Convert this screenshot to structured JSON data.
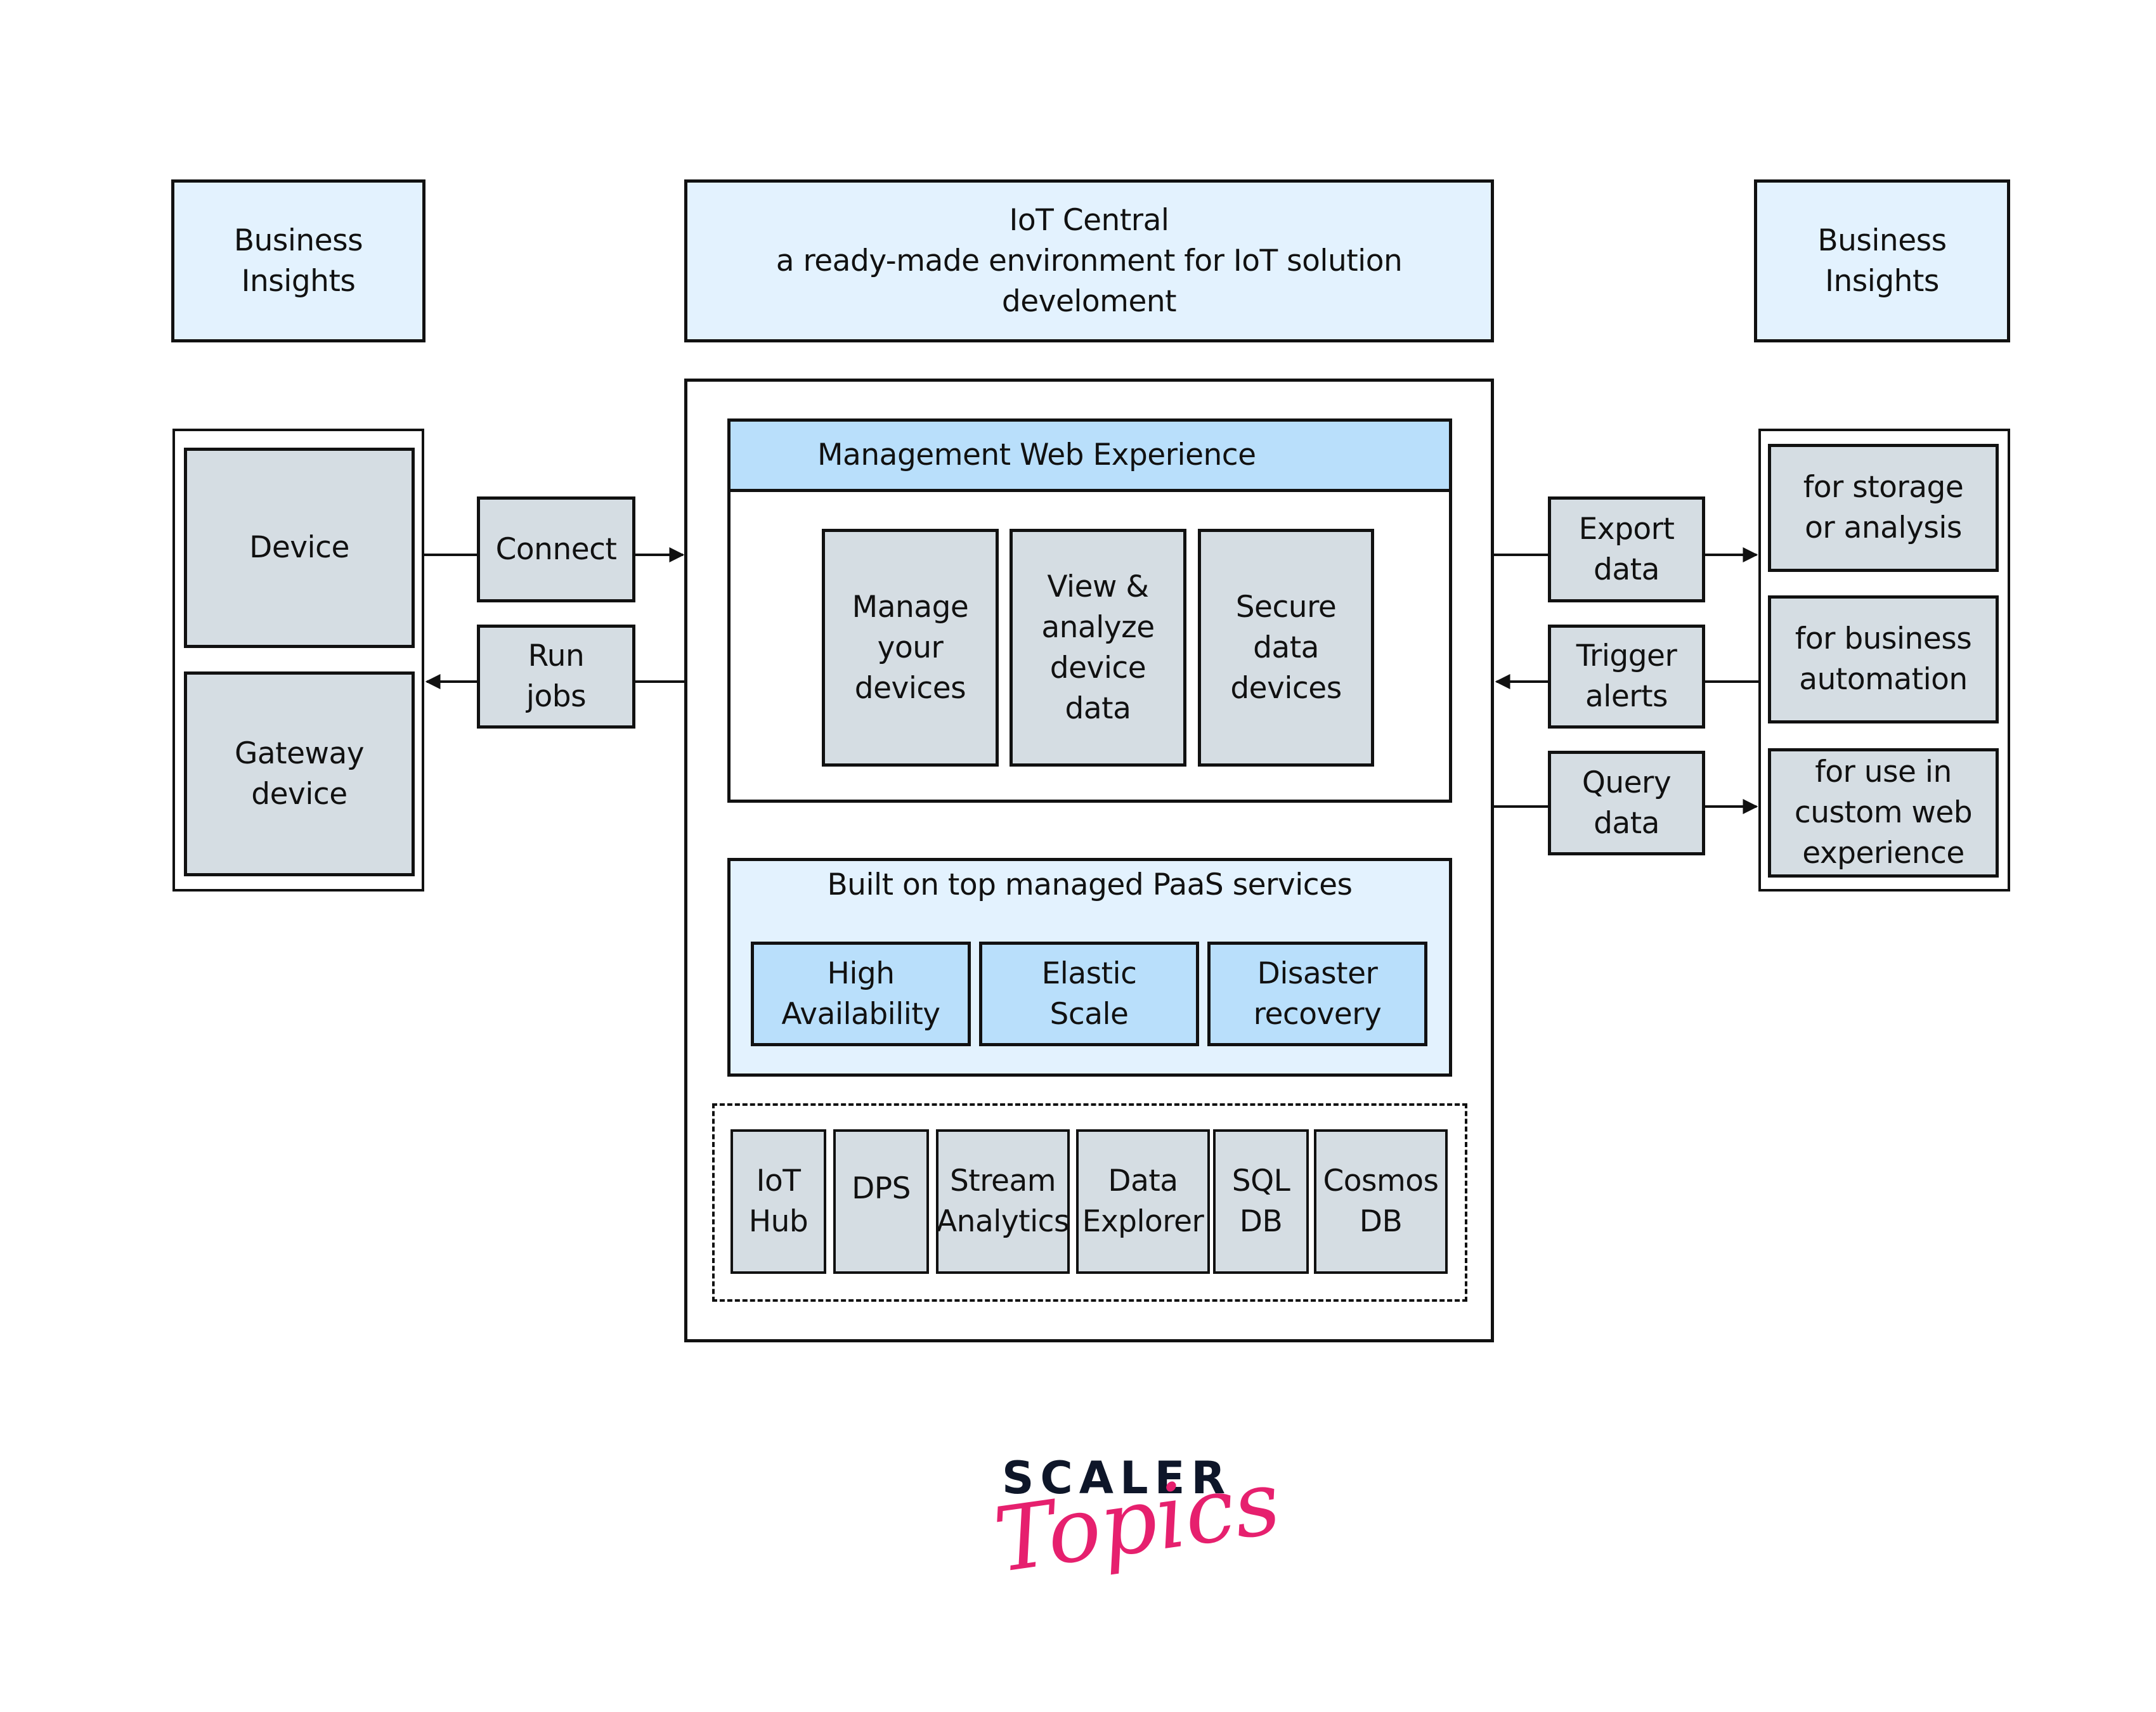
{
  "header": {
    "left_insights": "Business\nInsights",
    "center_title": "IoT Central",
    "center_subtitle": "a ready-made environment for IoT solution develoment",
    "right_insights": "Business\nInsights"
  },
  "devices": {
    "items": [
      "Device",
      "Gateway\ndevice"
    ]
  },
  "device_actions": {
    "connect": "Connect",
    "run_jobs": "Run\njobs"
  },
  "management": {
    "title": "Management Web Experience",
    "cards": [
      "Manage\nyour\ndevices",
      "View &\nanalyze\ndevice\ndata",
      "Secure\ndata\ndevices"
    ]
  },
  "paas": {
    "title": "Built on top managed PaaS services",
    "features": [
      "High\nAvailability",
      "Elastic\nScale",
      "Disaster\nrecovery"
    ]
  },
  "services": [
    "IoT\nHub",
    "DPS",
    "Stream\nAnalytics",
    "Data\nExplorer",
    "SQL\nDB",
    "Cosmos\nDB"
  ],
  "data_actions": {
    "export": "Export\ndata",
    "trigger": "Trigger\nalerts",
    "query": "Query\ndata"
  },
  "destinations": [
    "for storage\nor analysis",
    "for business\nautomation",
    "for use in\ncustom web\nexperience"
  ],
  "logo": {
    "brand": "SCALER",
    "product": "Topics",
    "brand_color": "#0e1629",
    "product_color": "#e6206e"
  },
  "colors": {
    "light_blue": "#e3f2fe",
    "blue": "#b9dffb",
    "grey": "#d5dde3"
  }
}
